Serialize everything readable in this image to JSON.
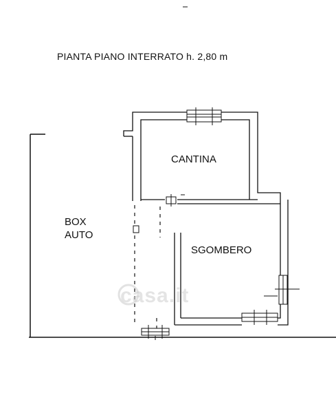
{
  "title": "PIANTA PIANO INTERRATO h. 2,80 m",
  "rooms": {
    "cantina": "CANTINA",
    "box_line1": "BOX",
    "box_line2": "AUTO",
    "sgombero": "SGOMBERO"
  },
  "watermark": "casa.it",
  "colors": {
    "line": "#111111",
    "wall_fill": "#ffffff",
    "watermark": "#cfcfcf"
  }
}
